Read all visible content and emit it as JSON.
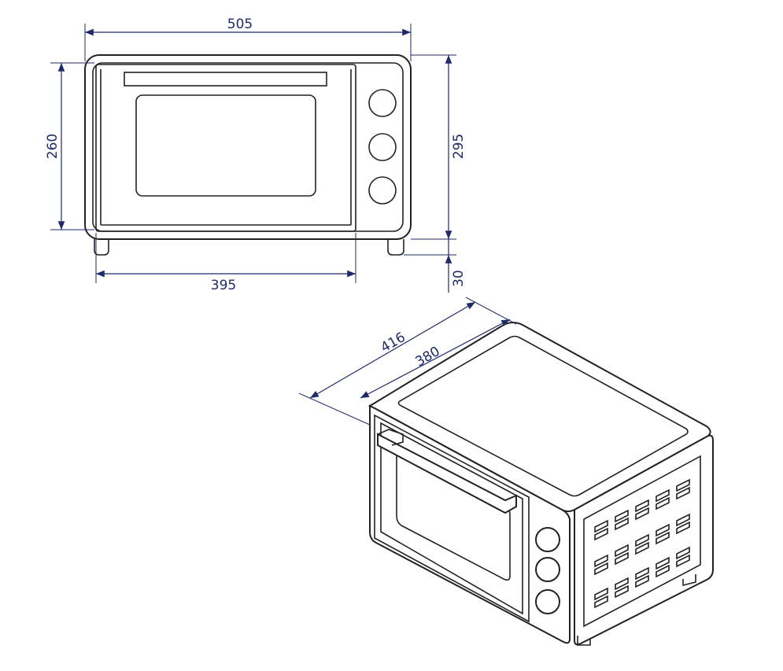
{
  "dimensions": {
    "width_outer": "505",
    "height_body": "260",
    "height_total": "295",
    "feet_height": "30",
    "width_inner": "395",
    "depth_outer": "416",
    "depth_inner": "380"
  },
  "colors": {
    "dimension": "#1f2a6b",
    "outline": "#222222",
    "background": "#ffffff"
  }
}
